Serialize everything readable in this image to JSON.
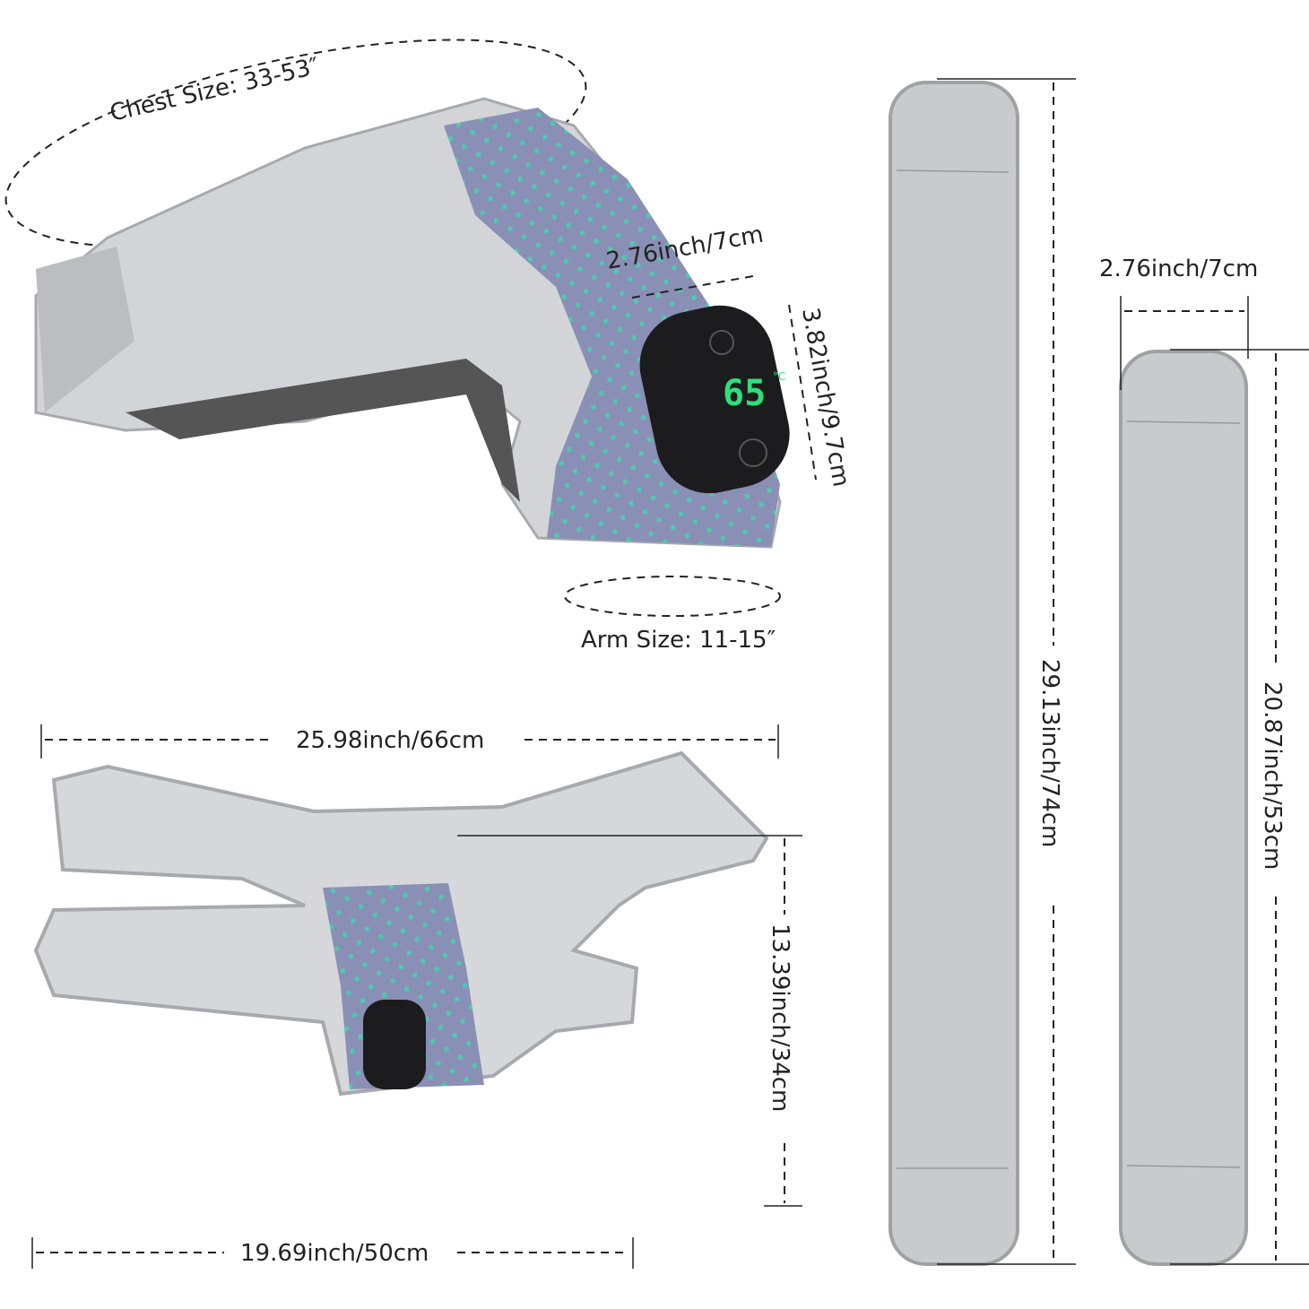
{
  "product": {
    "shoulder_view": {
      "chest_size_label": "Chest Size: 33-53″",
      "arm_size_label": "Arm Size: 11-15″",
      "controller_width_label": "2.76inch/7cm",
      "controller_height_label": "3.82inch/9.7cm",
      "display_value": "65",
      "display_unit": "°C"
    },
    "flat_view": {
      "top_width_label": "25.98inch/66cm",
      "height_label": "13.39inch/34cm",
      "bottom_width_label": "19.69inch/50cm"
    },
    "long_strap": {
      "length_label": "29.13inch/74cm"
    },
    "short_strap": {
      "width_label": "2.76inch/7cm",
      "length_label": "20.87inch/53cm"
    }
  },
  "colors": {
    "fabric_gray": "#c9cacc",
    "mesh_light": "#dcdde0",
    "panel_lavender": "#8a8fb5",
    "dot_teal": "#4fc9b0",
    "controller_black": "#1c1c1e",
    "display_green": "#2ee07a"
  }
}
